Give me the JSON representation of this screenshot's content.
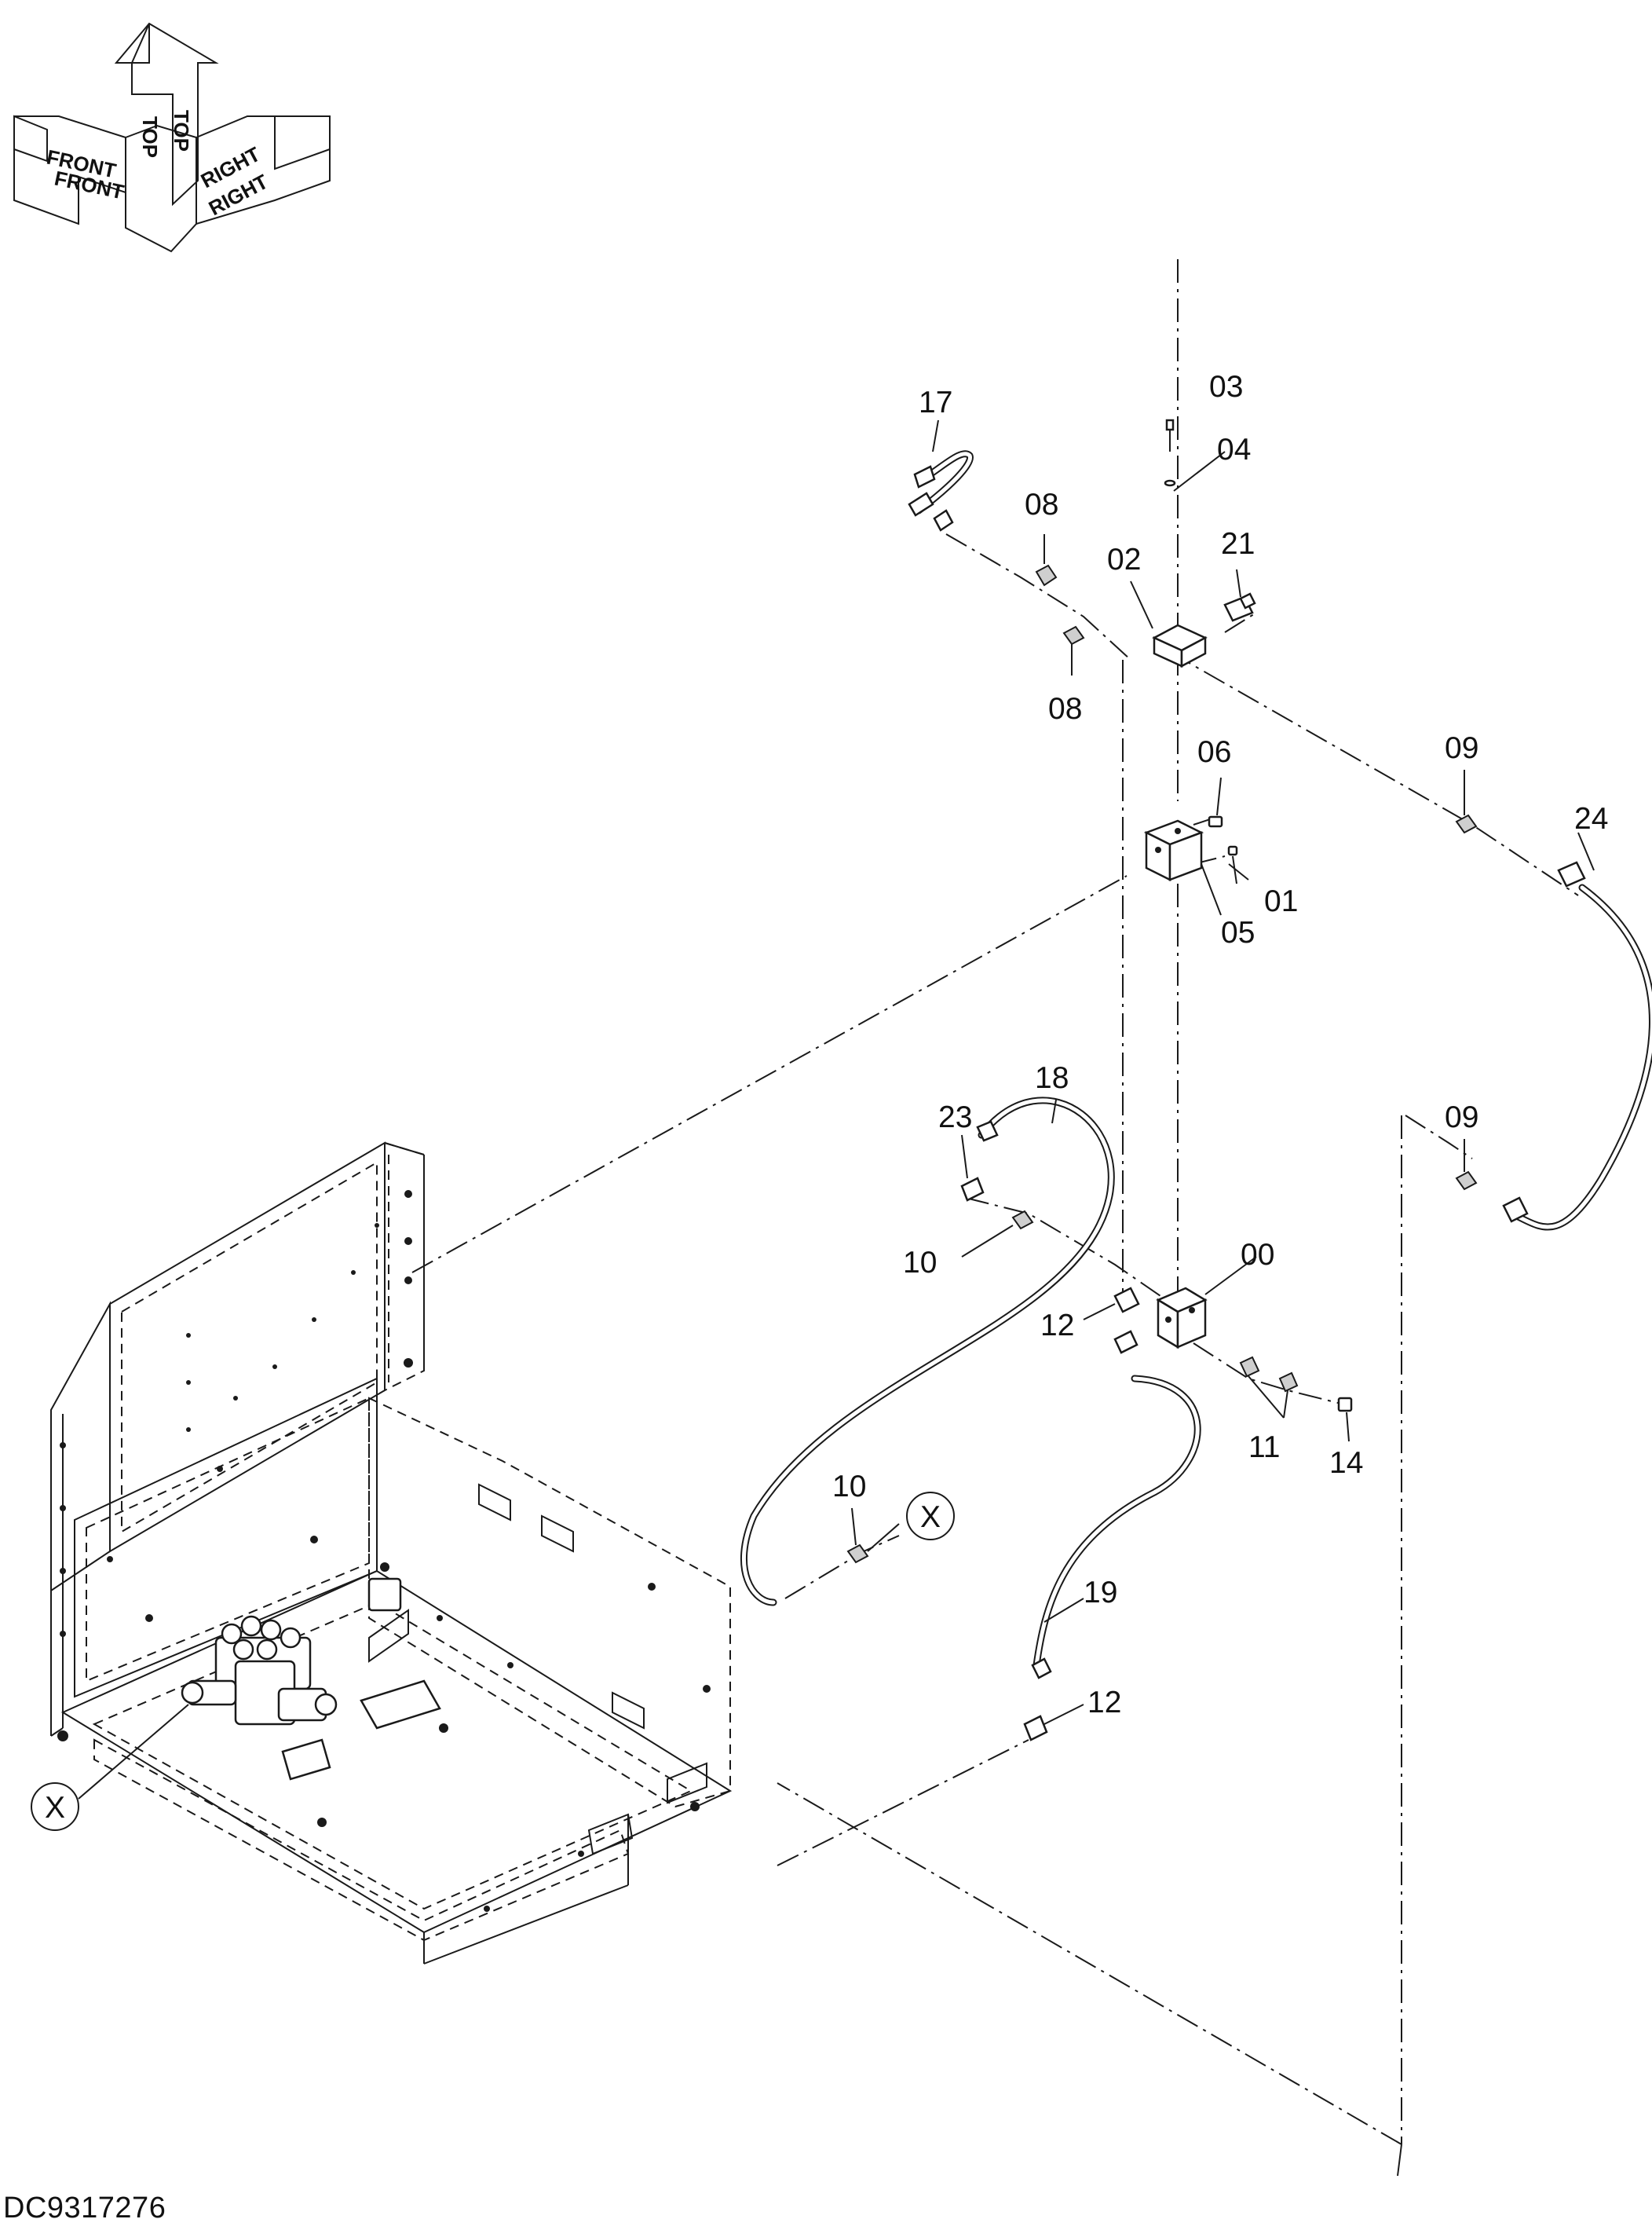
{
  "orientation": {
    "front": "FRONT",
    "top": "TOP",
    "right": "RIGHT"
  },
  "part_labels": [
    "00",
    "01",
    "02",
    "03",
    "04",
    "05",
    "06",
    "08",
    "08",
    "09",
    "09",
    "10",
    "10",
    "11",
    "12",
    "12",
    "14",
    "17",
    "18",
    "19",
    "21",
    "23",
    "24"
  ],
  "reference_marker": "X",
  "document_id": "DC9317276"
}
